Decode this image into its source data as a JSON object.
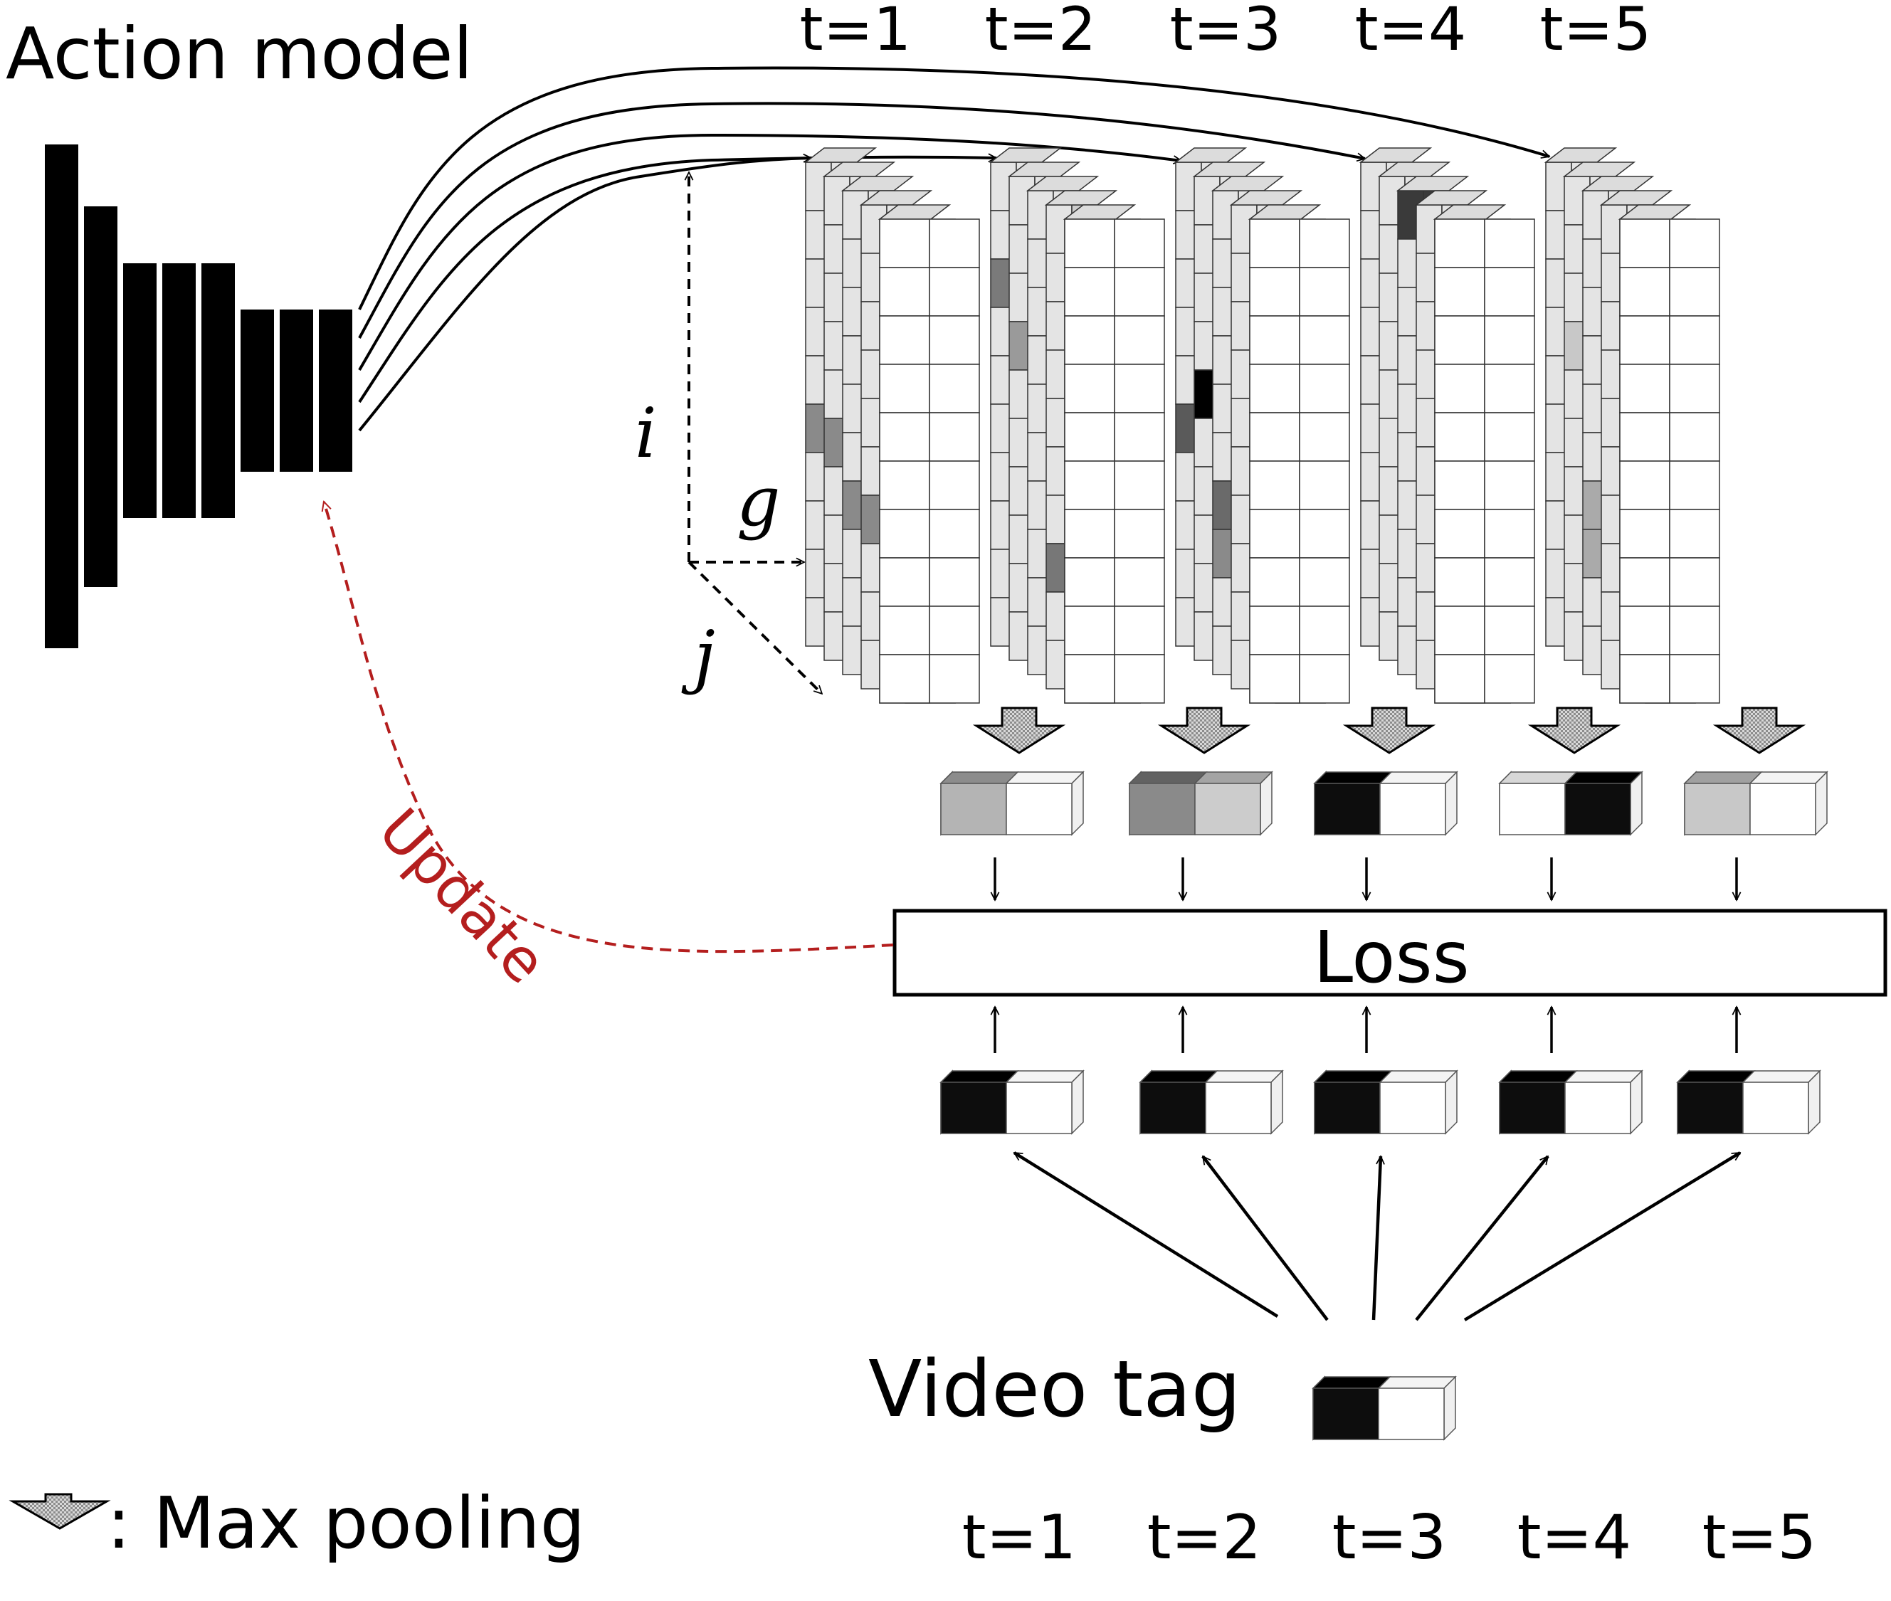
{
  "title": "Action model",
  "time_labels_top": [
    "t=1",
    "t=2",
    "t=3",
    "t=4",
    "t=5"
  ],
  "time_labels_bottom": [
    "t=1",
    "t=2",
    "t=3",
    "t=4",
    "t=5"
  ],
  "axes": {
    "i": "i",
    "g": "g",
    "j": "j"
  },
  "loss_label": "Loss",
  "update_label": "Update",
  "video_tag_label": "Video tag",
  "legend_text": ": Max pooling",
  "colors": {
    "update_arrow": "#b41e1e",
    "text": "#000000"
  },
  "pooled_outputs": [
    {
      "left": "#b4b4b4",
      "right": "#ffffff"
    },
    {
      "left": "#8a8a8a",
      "right": "#cccccc"
    },
    {
      "left": "#0d0d0d",
      "right": "#ffffff"
    },
    {
      "left": "#ffffff",
      "right": "#0d0d0d"
    },
    {
      "left": "#c8c8c8",
      "right": "#ffffff"
    }
  ],
  "tag_blocks": [
    {
      "left": "#0d0d0d",
      "right": "#ffffff"
    },
    {
      "left": "#0d0d0d",
      "right": "#ffffff"
    },
    {
      "left": "#0d0d0d",
      "right": "#ffffff"
    },
    {
      "left": "#0d0d0d",
      "right": "#ffffff"
    },
    {
      "left": "#0d0d0d",
      "right": "#ffffff"
    }
  ],
  "video_tag_block": {
    "left": "#0d0d0d",
    "right": "#ffffff"
  }
}
